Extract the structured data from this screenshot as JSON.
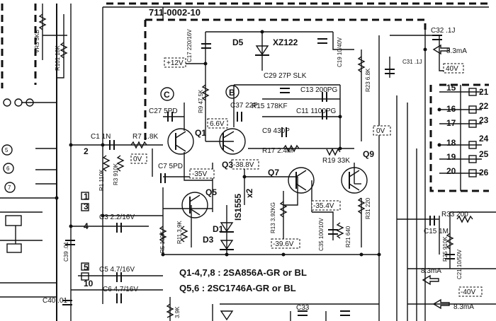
{
  "board_id": "711-0002-10",
  "voltage_boxes": {
    "plus_12v": "+12V",
    "v_6_6": "6.6V",
    "v_0_a": "0V",
    "v_0_b": "0V",
    "v_minus_35": "-35V",
    "v_minus_38_8": "-38.8V",
    "v_minus_35_4": "-35.4V",
    "v_minus_39_6": "-39.6V",
    "v_40": "40V",
    "v_minus_40": "-40V"
  },
  "currents": {
    "c_top": "8.3mA",
    "c_mid": "8.3mA",
    "c_bot": "8.3mA"
  },
  "nodes": {
    "b": "B",
    "c": "C"
  },
  "transistors": {
    "q1": "Q1",
    "q3": "Q3",
    "q5": "Q5",
    "q7": "Q7",
    "q9": "Q9"
  },
  "diodes": {
    "d5": "D5",
    "d5_type": "XZ122",
    "d1": "D1",
    "d3": "D3",
    "d1_type": "IS1555",
    "d1_qty": "x2"
  },
  "resistors": {
    "vr3": "VR3 5KB",
    "r101": "R101 18K",
    "r7": "R7 1.8K",
    "r1": "R1 110K",
    "r3": "R3 910K",
    "r9": "R9 47.5K",
    "r15": "R15 178KF",
    "r17": "R17 2.4M",
    "r19": "R19 33K",
    "r23": "R23 6.8K",
    "r5": "R5 100K",
    "r11": "R11 3.9K",
    "r13": "R13 3.92KG",
    "r21": "R21 640",
    "r31": "R31 220",
    "r33": "R33 200",
    "r25": "R25 910K",
    "r_bottom": "3.9K"
  },
  "capacitors": {
    "c17": "C17 220/16V",
    "c19": "C19 10/40V",
    "c32": "C32 .1J",
    "c31": "C31 .1J",
    "c29": "C29 27P SLK",
    "c13": "C13 200PG",
    "c11": "C11 1100PG",
    "c27": "C27 5PD",
    "c37": "C37 22P",
    "c9": "C9 430P",
    "c1": "C1 1N",
    "c7": "C7 5PD",
    "c3": "C3 2.2/16V",
    "c39": "C39 .01",
    "c5": "C5 4.7/16V",
    "c35": "C35 100/10V",
    "c15": "C15 1M",
    "c21": "C21 10/50V",
    "c40": "C40 .01",
    "c_bottom": "C6 4.7/16V",
    "c33": "C33"
  },
  "terminals_left": [
    "2",
    "1",
    "3",
    "4",
    "5",
    "10"
  ],
  "terminals_right": [
    "15",
    "16",
    "17",
    "18",
    "19",
    "20",
    "21",
    "22",
    "23",
    "24",
    "25",
    "26"
  ],
  "connector_left": [
    "5",
    "6",
    "7"
  ],
  "legend": {
    "line1": "Q1-4,7,8 : 2SA856A-GR or BL",
    "line2": "Q5,6 : 2SC1746A-GR or BL"
  }
}
